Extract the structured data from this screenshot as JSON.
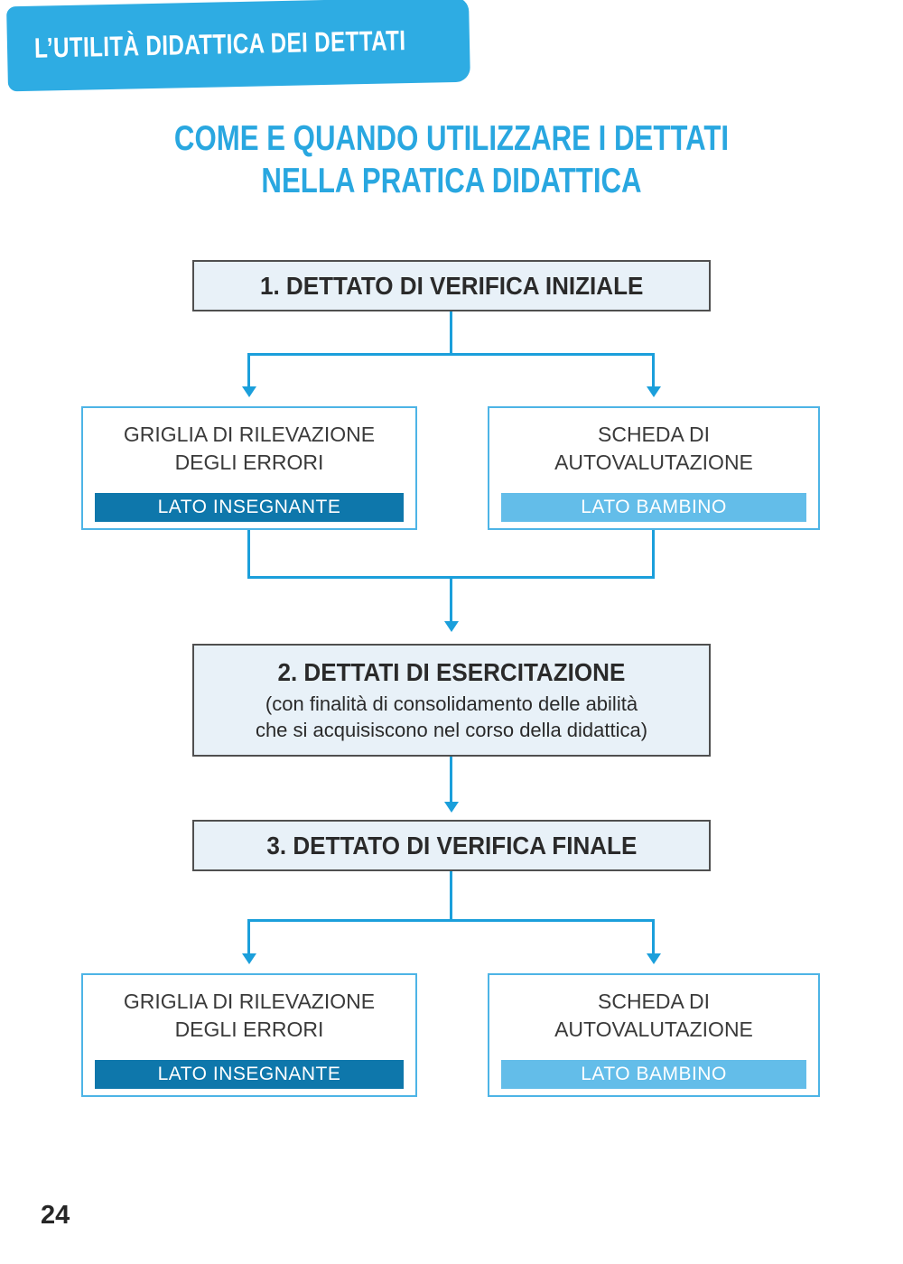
{
  "header": {
    "banner": "L’UTILITÀ DIDATTICA DEI DETTATI",
    "title_line1": "COME E QUANDO UTILIZZARE I DETTATI",
    "title_line2": "NELLA PRATICA DIDATTICA"
  },
  "flowchart": {
    "step1_label": "1. DETTATO DI VERIFICA INIZIALE",
    "step2_label": "2. DETTATI DI ESERCITAZIONE",
    "step2_sub_line1": "(con finalità di consolidamento delle abilità",
    "step2_sub_line2": "che si acquisiscono nel corso della didattica)",
    "step3_label": "3. DETTATO DI VERIFICA FINALE",
    "teacher_card": {
      "title_line1": "GRIGLIA DI RILEVAZIONE",
      "title_line2": "DEGLI ERRORI",
      "band_label": "LATO INSEGNANTE"
    },
    "child_card": {
      "title_line1": "SCHEDA DI",
      "title_line2": "AUTOVALUTAZIONE",
      "band_label": "LATO BAMBINO"
    }
  },
  "footer": {
    "page_number": "24"
  },
  "colors": {
    "accent_blue": "#1b9fdb",
    "banner_blue": "#2eace3",
    "title_blue": "#29a7e0",
    "step_box_fill": "#e8f1f8",
    "step_box_border": "#4f4f4f",
    "card_border": "#4db4e6",
    "band_teacher": "#0e77ab",
    "band_child": "#63bde9",
    "text_dark": "#303030"
  }
}
